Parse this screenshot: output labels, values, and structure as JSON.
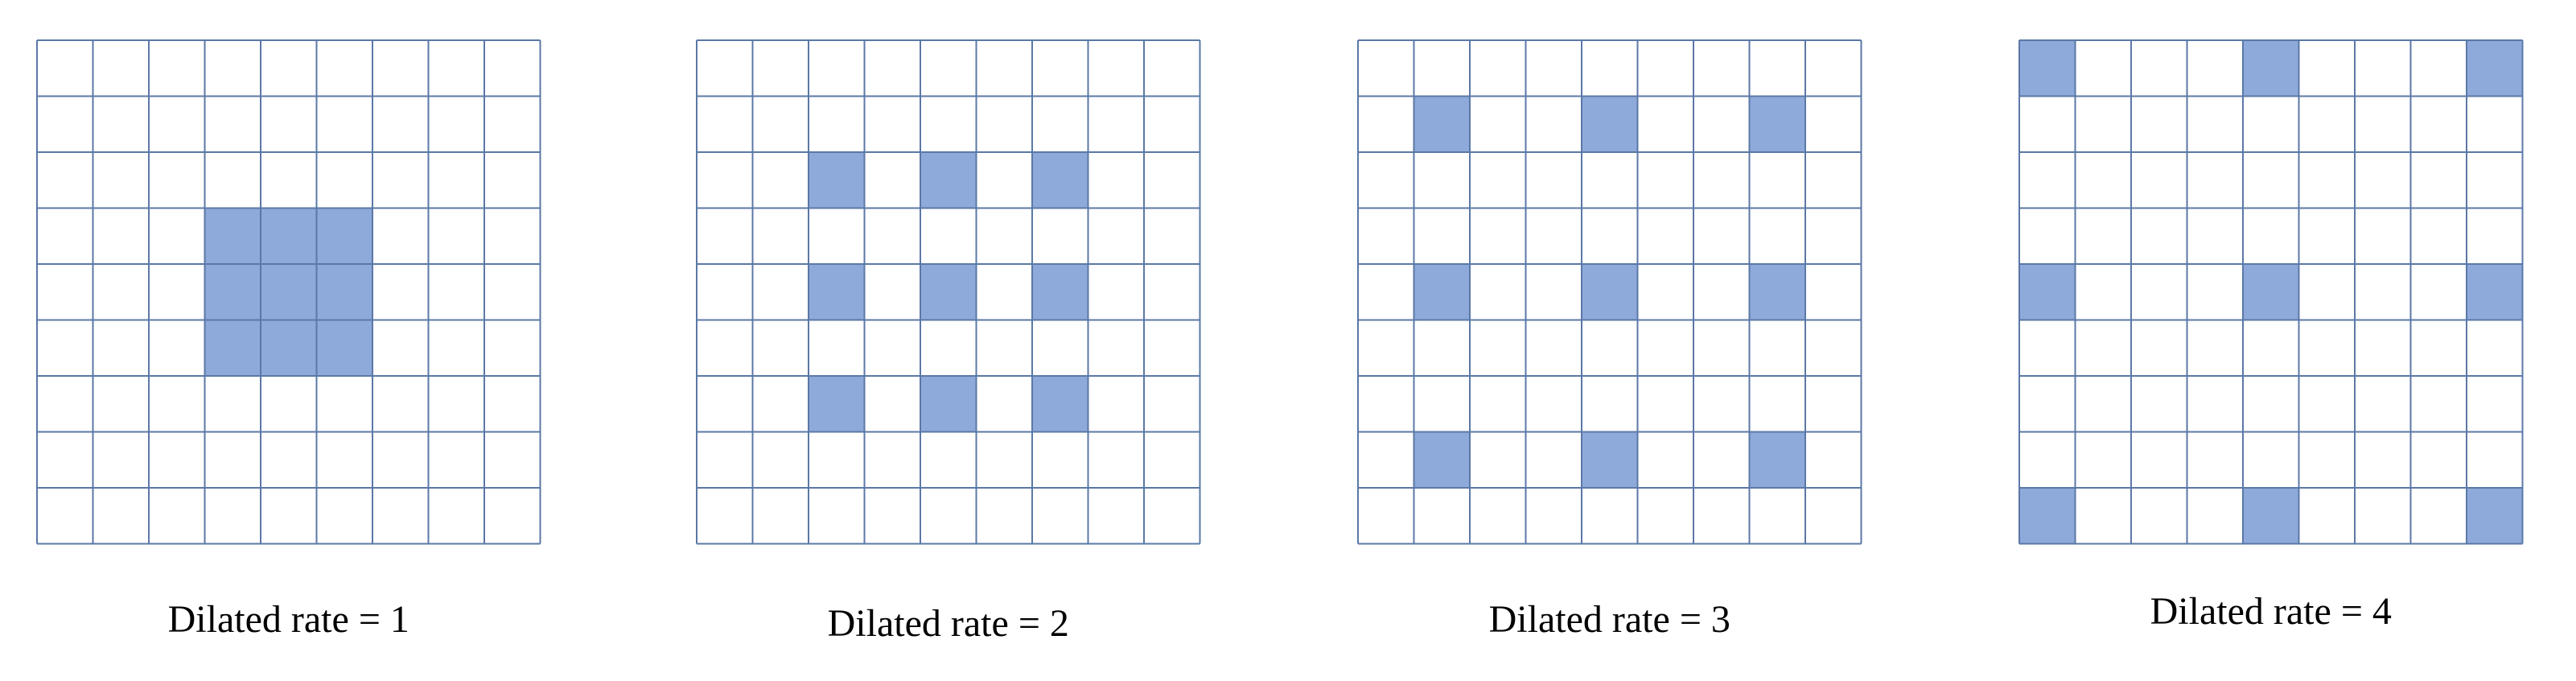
{
  "colors": {
    "grid_line": "#5b78a6",
    "highlight": "#8eaadb",
    "background": "#ffffff",
    "text": "#000000"
  },
  "grid_size": 9,
  "panels": [
    {
      "caption": "Dilated rate = 1",
      "dilation_rate": 1,
      "highlighted_cells": [
        [
          3,
          3
        ],
        [
          3,
          4
        ],
        [
          3,
          5
        ],
        [
          4,
          3
        ],
        [
          4,
          4
        ],
        [
          4,
          5
        ],
        [
          5,
          3
        ],
        [
          5,
          4
        ],
        [
          5,
          5
        ]
      ]
    },
    {
      "caption": "Dilated rate = 2",
      "dilation_rate": 2,
      "highlighted_cells": [
        [
          2,
          2
        ],
        [
          2,
          4
        ],
        [
          2,
          6
        ],
        [
          4,
          2
        ],
        [
          4,
          4
        ],
        [
          4,
          6
        ],
        [
          6,
          2
        ],
        [
          6,
          4
        ],
        [
          6,
          6
        ]
      ]
    },
    {
      "caption": "Dilated rate = 3",
      "dilation_rate": 3,
      "highlighted_cells": [
        [
          1,
          1
        ],
        [
          1,
          4
        ],
        [
          1,
          7
        ],
        [
          4,
          1
        ],
        [
          4,
          4
        ],
        [
          4,
          7
        ],
        [
          7,
          1
        ],
        [
          7,
          4
        ],
        [
          7,
          7
        ]
      ]
    },
    {
      "caption": "Dilated rate = 4",
      "dilation_rate": 4,
      "highlighted_cells": [
        [
          0,
          0
        ],
        [
          0,
          4
        ],
        [
          0,
          8
        ],
        [
          4,
          0
        ],
        [
          4,
          4
        ],
        [
          4,
          8
        ],
        [
          8,
          0
        ],
        [
          8,
          4
        ],
        [
          8,
          8
        ]
      ]
    }
  ]
}
